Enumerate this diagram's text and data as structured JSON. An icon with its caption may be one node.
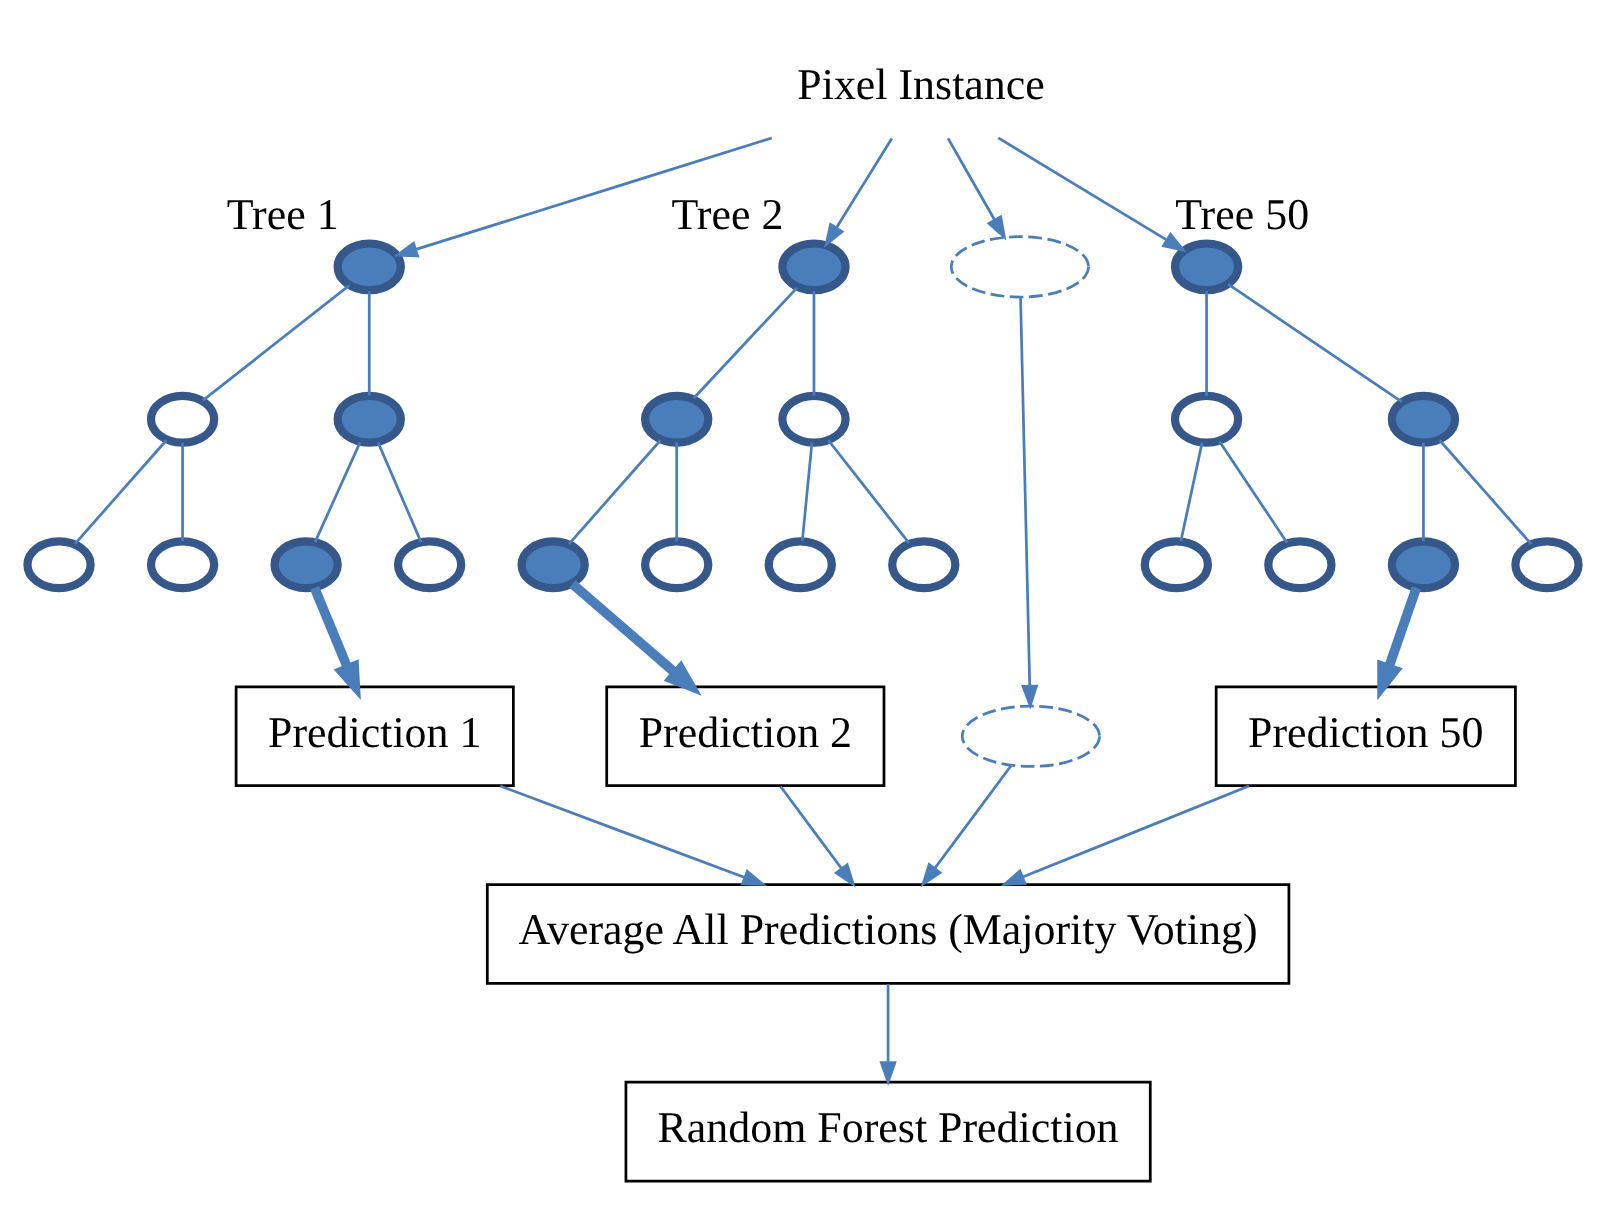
{
  "diagram": {
    "nodes": [
      {
        "text": [
          "Pixel Instance"
        ]
      },
      {
        "text": [],
        "shape": "circle",
        "beside": [
          "Tree 1"
        ]
      },
      {
        "text": [],
        "shape": "circle"
      },
      {
        "text": [],
        "shape": "circle"
      },
      {
        "text": [],
        "shape": "circle"
      },
      {
        "text": [],
        "shape": "circle"
      },
      {
        "text": [],
        "shape": "circle"
      },
      {
        "text": [],
        "shape": "circle"
      },
      {
        "text": [],
        "shape": "circle",
        "beside": [
          "Tree 2"
        ]
      },
      {
        "text": [],
        "shape": "circle"
      },
      {
        "text": [],
        "shape": "circle"
      },
      {
        "text": [],
        "shape": "circle"
      },
      {
        "text": [],
        "shape": "circle"
      },
      {
        "text": [],
        "shape": "circle"
      },
      {
        "text": [],
        "shape": "circle"
      },
      {
        "text": [],
        "shape": "ellipsis"
      },
      {
        "text": [],
        "shape": "circle",
        "beside": [
          "Tree 50"
        ]
      },
      {
        "text": [],
        "shape": "circle"
      },
      {
        "text": [],
        "shape": "circle"
      },
      {
        "text": [],
        "shape": "circle"
      },
      {
        "text": [],
        "shape": "circle"
      },
      {
        "text": [],
        "shape": "circle"
      },
      {
        "text": [],
        "shape": "circle"
      },
      {
        "text": [
          "Prediction 1"
        ]
      },
      {
        "text": [
          "Prediction 2"
        ]
      },
      {
        "text": [],
        "shape": "ellipsis"
      },
      {
        "text": [
          "Prediction 50"
        ]
      },
      {
        "text": [
          "Average All Predictions (Majority Voting)"
        ]
      },
      {
        "text": [
          "Random Forest Prediction"
        ]
      }
    ],
    "edges": [
      {
        "from": 0,
        "to": 1,
        "arrow": "to"
      },
      {
        "from": 0,
        "to": 8,
        "arrow": "to"
      },
      {
        "from": 0,
        "to": 15,
        "arrow": "to"
      },
      {
        "from": 0,
        "to": 16,
        "arrow": "to"
      },
      {
        "from": 1,
        "to": 2,
        "arrow": "none"
      },
      {
        "from": 1,
        "to": 3,
        "arrow": "none"
      },
      {
        "from": 2,
        "to": 4,
        "arrow": "none"
      },
      {
        "from": 2,
        "to": 5,
        "arrow": "none"
      },
      {
        "from": 3,
        "to": 6,
        "arrow": "none"
      },
      {
        "from": 3,
        "to": 7,
        "arrow": "none"
      },
      {
        "from": 8,
        "to": 9,
        "arrow": "none"
      },
      {
        "from": 8,
        "to": 10,
        "arrow": "none"
      },
      {
        "from": 9,
        "to": 11,
        "arrow": "none"
      },
      {
        "from": 9,
        "to": 12,
        "arrow": "none"
      },
      {
        "from": 10,
        "to": 13,
        "arrow": "none"
      },
      {
        "from": 10,
        "to": 14,
        "arrow": "none"
      },
      {
        "from": 16,
        "to": 17,
        "arrow": "none"
      },
      {
        "from": 16,
        "to": 18,
        "arrow": "none"
      },
      {
        "from": 17,
        "to": 19,
        "arrow": "none"
      },
      {
        "from": 17,
        "to": 20,
        "arrow": "none"
      },
      {
        "from": 18,
        "to": 21,
        "arrow": "none"
      },
      {
        "from": 18,
        "to": 22,
        "arrow": "none"
      },
      {
        "from": 6,
        "to": 23,
        "arrow": "to",
        "style": "thick"
      },
      {
        "from": 11,
        "to": 24,
        "arrow": "to",
        "style": "thick"
      },
      {
        "from": 15,
        "to": 25,
        "arrow": "to"
      },
      {
        "from": 21,
        "to": 26,
        "arrow": "to",
        "style": "thick"
      },
      {
        "from": 23,
        "to": 27,
        "arrow": "to"
      },
      {
        "from": 24,
        "to": 27,
        "arrow": "to"
      },
      {
        "from": 25,
        "to": 27,
        "arrow": "to"
      },
      {
        "from": 26,
        "to": 27,
        "arrow": "to"
      },
      {
        "from": 27,
        "to": 28,
        "arrow": "to"
      }
    ]
  }
}
